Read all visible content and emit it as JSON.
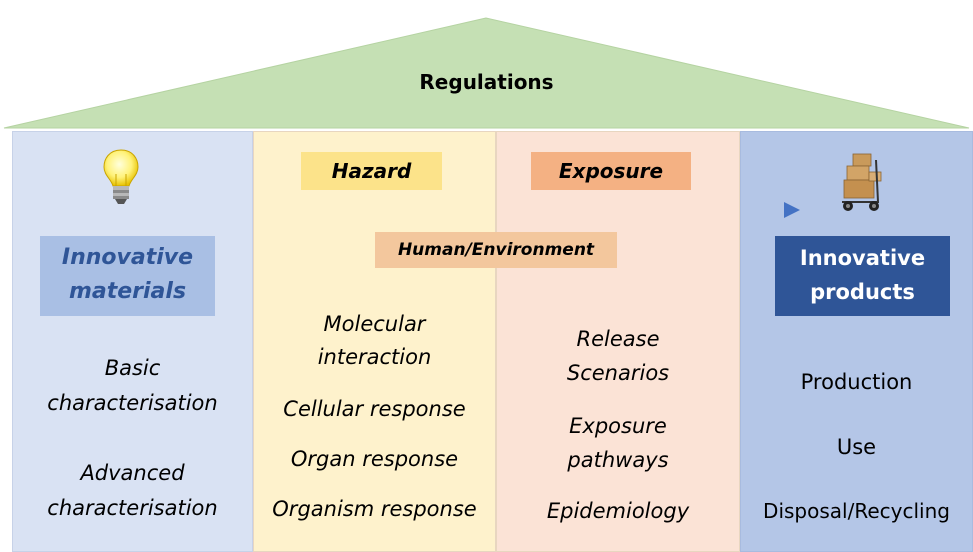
{
  "roof": {
    "label": "Regulations",
    "color": "#c5e0b4"
  },
  "columns": {
    "materials": {
      "title_line1": "Innovative",
      "title_line2": "materials",
      "items": [
        "Basic",
        "characterisation",
        "Advanced",
        "characterisation"
      ],
      "icon": "lightbulb-icon"
    },
    "hazard": {
      "tag": "Hazard",
      "items": [
        "Molecular",
        "interaction",
        "Cellular response",
        "Organ response",
        "Organism response"
      ]
    },
    "exposure": {
      "tag": "Exposure",
      "items": [
        "Release",
        "Scenarios",
        "Exposure",
        "pathways",
        "Epidemiology"
      ]
    },
    "shared_tag": "Human/Environment",
    "products": {
      "title_line1": "Innovative",
      "title_line2": "products",
      "items": [
        "Production",
        "Use",
        "Disposal/Recycling"
      ],
      "icon": "boxes-cart-icon"
    }
  },
  "colors": {
    "materials_bg": "#d9e2f3",
    "hazard_bg": "#fef2cc",
    "exposure_bg": "#fbe3d6",
    "products_bg": "#b4c6e7",
    "arrow": "#4472c4",
    "products_title_bg": "#2f5597"
  }
}
